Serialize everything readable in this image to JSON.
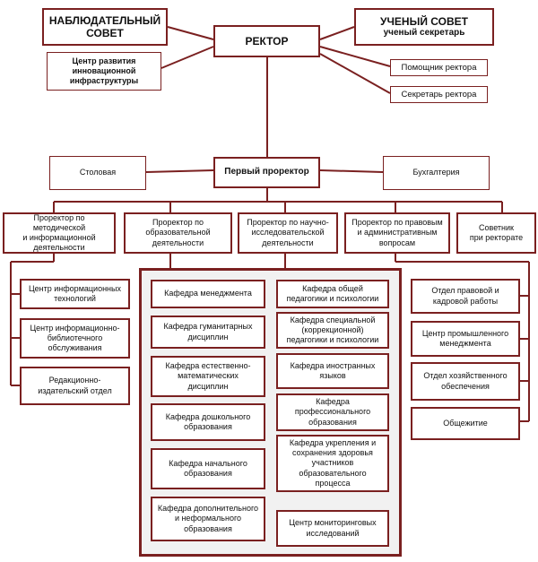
{
  "colors": {
    "line": "#7a2020",
    "panel_bg": "#f1f1f1"
  },
  "top": {
    "supervisory_board": "НАБЛЮДАТЕЛЬНЫЙ\nСОВЕТ",
    "rector": "РЕКТОР",
    "academic_council": "УЧЕНЫЙ СОВЕТ",
    "academic_secretary": "ученый секретарь",
    "innovation_center": "Центр развития\nинновационной\nинфраструктуры",
    "rector_assistant": "Помощник ректора",
    "rector_secretary": "Секретарь  ректора"
  },
  "second": {
    "canteen": "Столовая",
    "first_vice_rector": "Первый проректор",
    "accounting": "Бухгалтерия"
  },
  "vice_rectors": [
    "Проректор по методической\nи информационной\nдеятельности",
    "Проректор по\nобразовательной\nдеятельности",
    "Проректор по научно-\nисследовательской\nдеятельности",
    "Проректор по правовым\nи административным\nвопросам",
    "Советник\nпри   ректорате"
  ],
  "left_units": [
    "Центр информационных\nтехнологий",
    "Центр информационно-\nбиблиотечного\nобслуживания",
    "Редакционно-\nиздательский отдел"
  ],
  "departments_left": [
    "Кафедра менеджмента",
    "Кафедра гуманитарных\nдисциплин",
    "Кафедра естественно-\nматематических\nдисциплин",
    "Кафедра дошкольного\nобразования",
    "Кафедра начального\nобразования",
    "Кафедра  дополнительного\nи  неформального\nобразования"
  ],
  "departments_right": [
    "Кафедра общей\nпедагогики и психологии",
    "Кафедра специальной\n(коррекционной)\nпедагогики и психологии",
    "Кафедра иностранных\nязыков",
    "Кафедра\nпрофессионального\nобразования",
    "Кафедра укрепления и\nсохранения здоровья\nучастников\nобразовательного\nпроцесса",
    "Центр мониторинговых\nисследований"
  ],
  "right_units": [
    "Отдел правовой и\nкадровой работы",
    "Центр промышленного\nменеджмента",
    "Отдел хозяйственного\nобеспечения",
    "Общежитие"
  ]
}
